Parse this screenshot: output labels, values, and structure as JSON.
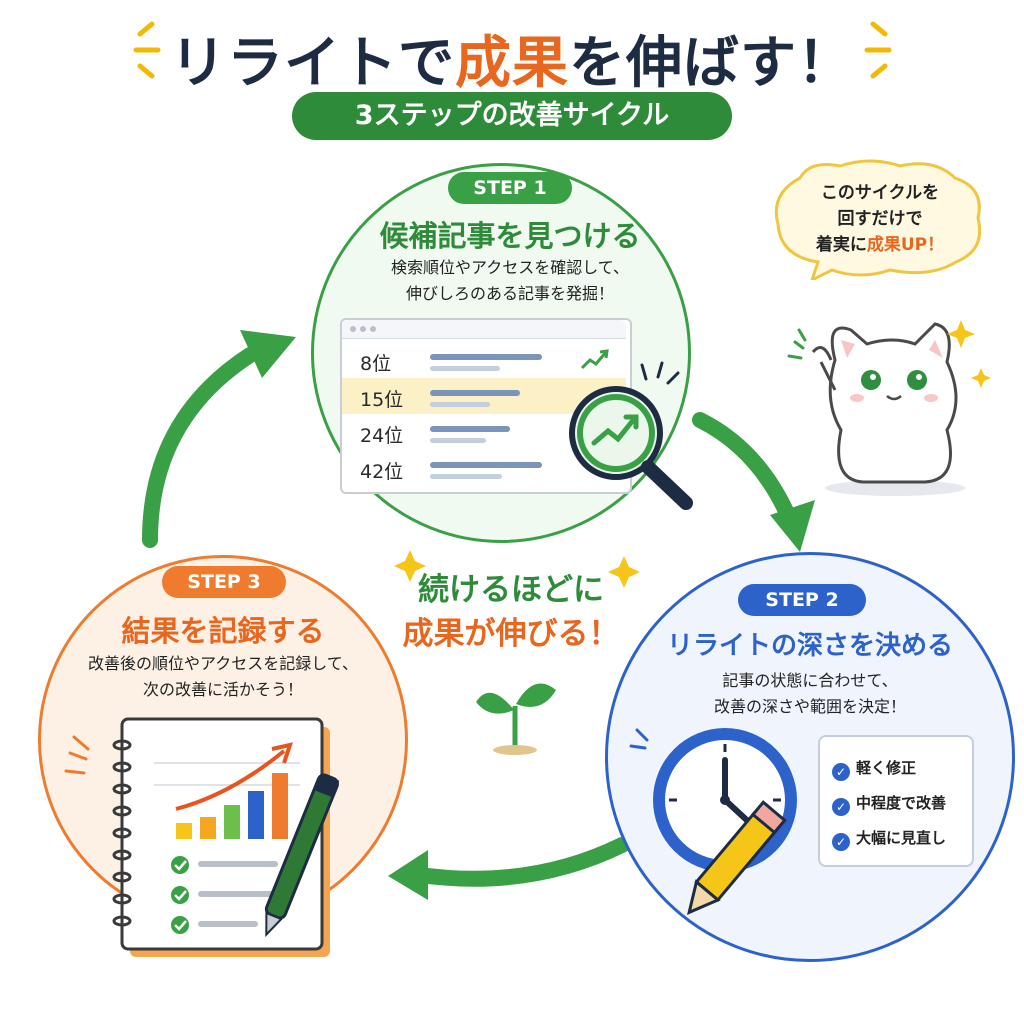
{
  "header": {
    "title_part1": "リライトで",
    "title_accent": "成果",
    "title_part2": "を伸ばす！",
    "subtitle": "3ステップの改善サイクル"
  },
  "colors": {
    "green": "#3aa046",
    "blue": "#2c62c9",
    "orange": "#ee7b2e",
    "navy": "#1d2b43"
  },
  "steps": [
    {
      "badge": "STEP 1",
      "title": "候補記事を見つける",
      "description": "検索順位やアクセスを確認して、\n伸びしろのある記事を発掘！",
      "ranks": [
        "8位",
        "15位",
        "24位",
        "42位"
      ]
    },
    {
      "badge": "STEP 2",
      "title": "リライトの深さを決める",
      "description": "記事の状態に合わせて、\n改善の深さや範囲を決定！",
      "options": [
        "軽く修正",
        "中程度で改善",
        "大幅に見直し"
      ]
    },
    {
      "badge": "STEP 3",
      "title": "結果を記録する",
      "description": "改善後の順位やアクセスを記録して、\n次の改善に活かそう！"
    }
  ],
  "center": {
    "line1": "続けるほどに",
    "line2": "成果が伸びる！"
  },
  "mascot": {
    "speech_line1": "このサイクルを",
    "speech_line2": "回すだけで",
    "speech_line3_prefix": "着実に",
    "speech_line3_accent": "成果UP！"
  }
}
